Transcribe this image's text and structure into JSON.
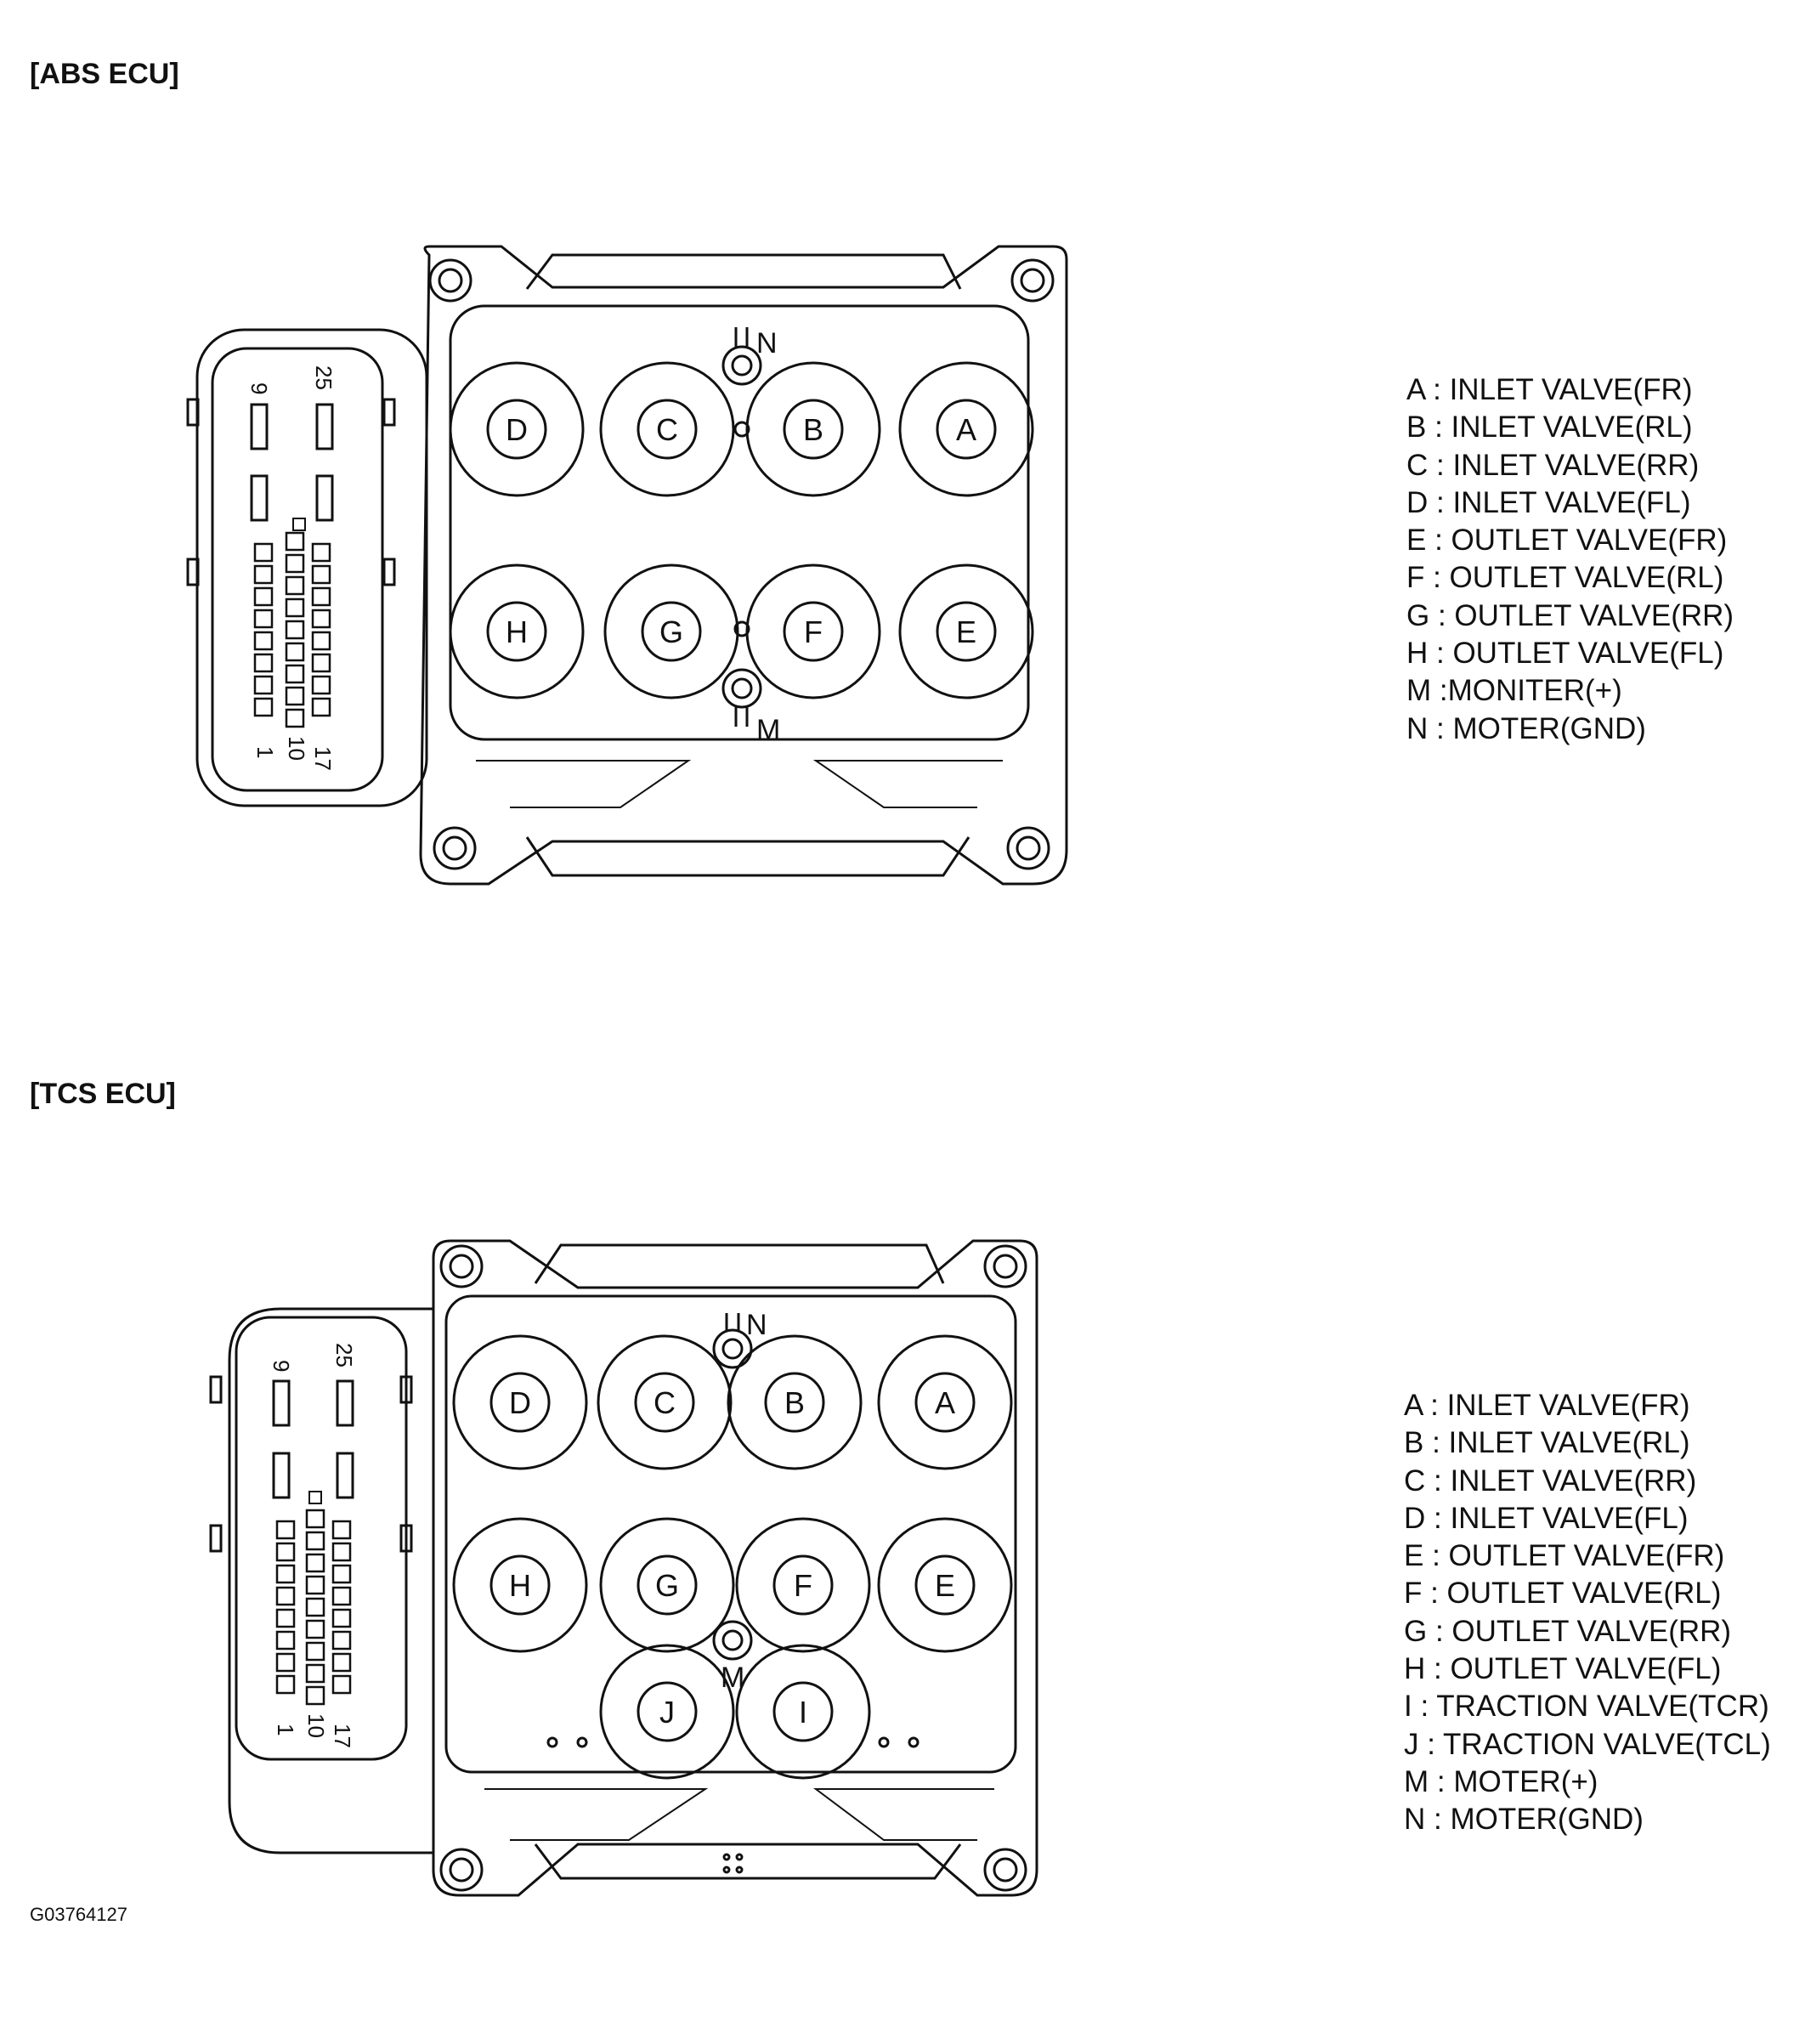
{
  "sections": [
    {
      "title": "[ABS ECU]",
      "connector_numbers": [
        "9",
        "25",
        "1",
        "10",
        "17"
      ],
      "valves": [
        {
          "letter": "D",
          "row": 1,
          "col": 1
        },
        {
          "letter": "C",
          "row": 1,
          "col": 2
        },
        {
          "letter": "B",
          "row": 1,
          "col": 3
        },
        {
          "letter": "A",
          "row": 1,
          "col": 4
        },
        {
          "letter": "H",
          "row": 2,
          "col": 1
        },
        {
          "letter": "G",
          "row": 2,
          "col": 2
        },
        {
          "letter": "F",
          "row": 2,
          "col": 3
        },
        {
          "letter": "E",
          "row": 2,
          "col": 4
        }
      ],
      "motor_markers": [
        "N",
        "M"
      ],
      "legend": [
        "A : INLET VALVE(FR)",
        "B : INLET VALVE(RL)",
        "C : INLET VALVE(RR)",
        "D : INLET VALVE(FL)",
        "E : OUTLET VALVE(FR)",
        "F : OUTLET VALVE(RL)",
        "G : OUTLET VALVE(RR)",
        "H : OUTLET VALVE(FL)",
        "M :MONITER(+)",
        "N : MOTER(GND)"
      ]
    },
    {
      "title": "[TCS ECU]",
      "connector_numbers": [
        "9",
        "25",
        "1",
        "10",
        "17"
      ],
      "valves": [
        {
          "letter": "D",
          "row": 1,
          "col": 1
        },
        {
          "letter": "C",
          "row": 1,
          "col": 2
        },
        {
          "letter": "B",
          "row": 1,
          "col": 3
        },
        {
          "letter": "A",
          "row": 1,
          "col": 4
        },
        {
          "letter": "H",
          "row": 2,
          "col": 1
        },
        {
          "letter": "G",
          "row": 2,
          "col": 2
        },
        {
          "letter": "F",
          "row": 2,
          "col": 3
        },
        {
          "letter": "E",
          "row": 2,
          "col": 4
        },
        {
          "letter": "J",
          "row": 3,
          "col": 2
        },
        {
          "letter": "I",
          "row": 3,
          "col": 3
        }
      ],
      "motor_markers": [
        "N",
        "M"
      ],
      "legend": [
        "A : INLET VALVE(FR)",
        "B : INLET VALVE(RL)",
        "C : INLET VALVE(RR)",
        "D : INLET VALVE(FL)",
        "E : OUTLET VALVE(FR)",
        "F : OUTLET VALVE(RL)",
        "G : OUTLET VALVE(RR)",
        "H : OUTLET VALVE(FL)",
        "I : TRACTION VALVE(TCR)",
        "J : TRACTION VALVE(TCL)",
        "M : MOTER(+)",
        "N : MOTER(GND)"
      ]
    }
  ],
  "reference_code": "G03764127"
}
